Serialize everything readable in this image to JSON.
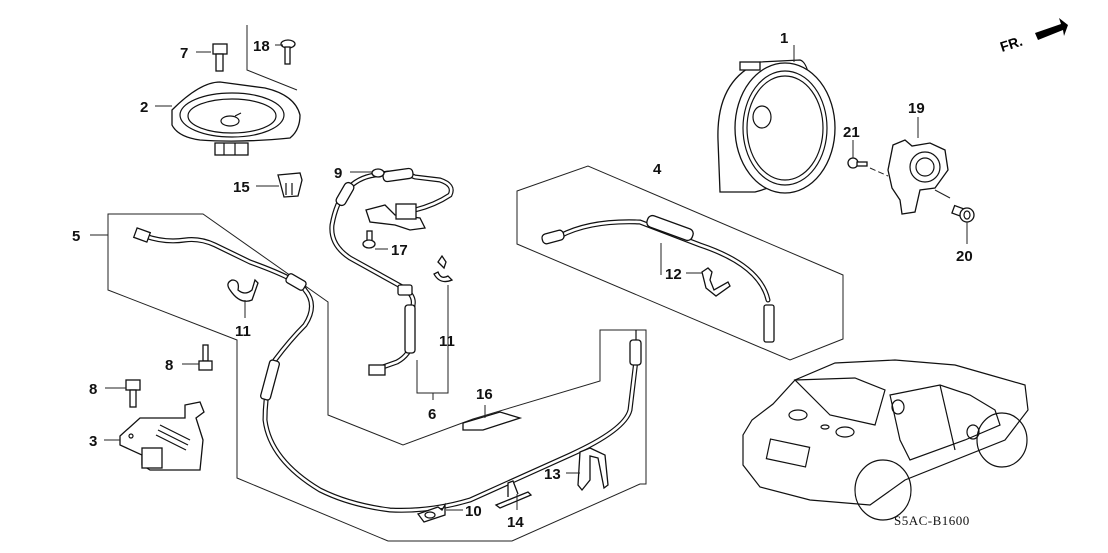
{
  "diagram": {
    "title": "Audio / Antenna parts diagram",
    "drawing_code": "S5AC-B1600",
    "direction_indicator": "FR.",
    "accent_color": "#000000",
    "background_color": "#ffffff",
    "callouts": [
      {
        "id": "1",
        "label": "1",
        "part": "front-door-speaker"
      },
      {
        "id": "2",
        "label": "2",
        "part": "rear-speaker"
      },
      {
        "id": "3",
        "label": "3",
        "part": "antenna-amplifier"
      },
      {
        "id": "4",
        "label": "4",
        "part": "antenna-extension-cable"
      },
      {
        "id": "5",
        "label": "5",
        "part": "antenna-feeder-cable"
      },
      {
        "id": "6",
        "label": "6",
        "part": "antenna-sub-cable"
      },
      {
        "id": "7",
        "label": "7",
        "part": "flange-bolt"
      },
      {
        "id": "8",
        "label": "8",
        "part": "flange-bolt"
      },
      {
        "id": "9",
        "label": "9",
        "part": "clip"
      },
      {
        "id": "10",
        "label": "10",
        "part": "cable-clip"
      },
      {
        "id": "11",
        "label": "11",
        "part": "harness-clip"
      },
      {
        "id": "12",
        "label": "12",
        "part": "harness-clip"
      },
      {
        "id": "13",
        "label": "13",
        "part": "cable-holder"
      },
      {
        "id": "14",
        "label": "14",
        "part": "cable-clip"
      },
      {
        "id": "15",
        "label": "15",
        "part": "clip-nut"
      },
      {
        "id": "16",
        "label": "16",
        "part": "pad"
      },
      {
        "id": "17",
        "label": "17",
        "part": "screw"
      },
      {
        "id": "18",
        "label": "18",
        "part": "tapping-screw"
      },
      {
        "id": "19",
        "label": "19",
        "part": "tweeter"
      },
      {
        "id": "20",
        "label": "20",
        "part": "grommet"
      },
      {
        "id": "21",
        "label": "21",
        "part": "tapping-screw"
      }
    ]
  }
}
